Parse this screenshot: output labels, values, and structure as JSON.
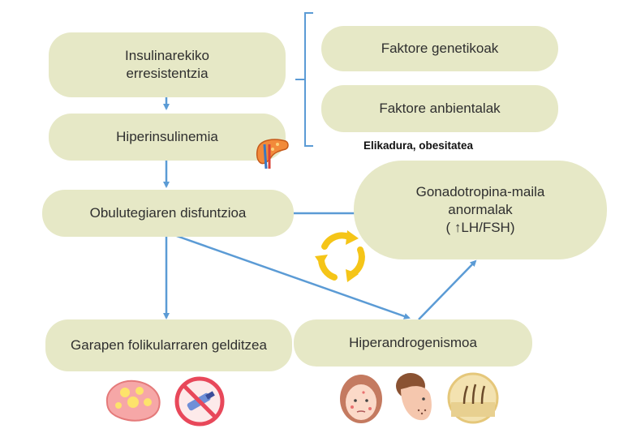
{
  "nodes": {
    "insulin_resistance": "Insulinarekiko erresistentzia",
    "genetic_factors": "Faktore genetikoak",
    "environmental_factors": "Faktore anbientalak",
    "diet_obesity_note": "Elikadura, obesitatea",
    "hyperinsulinemia": "Hiperinsulinemia",
    "gonadotropin": {
      "line1": "Gonadotropina-maila",
      "line2": "anormalak",
      "line3": "( ↑LH/FSH)"
    },
    "ovarian_dysfunction": "Obulutegiaren disfuntzioa",
    "follicular_arrest": "Garapen folikularraren gelditzea",
    "hyperandrogenism": "Hiperandrogenismoa"
  },
  "colors": {
    "node_fill": "#e6e8c6",
    "arrow": "#5b9bd5",
    "cycle": "#f5c518"
  },
  "icons": [
    "pancreas-icon",
    "cycle-arrows-icon",
    "ovary-icon",
    "no-injection-icon",
    "acne-face-icon",
    "hirsutism-face-icon",
    "hair-follicle-icon"
  ]
}
